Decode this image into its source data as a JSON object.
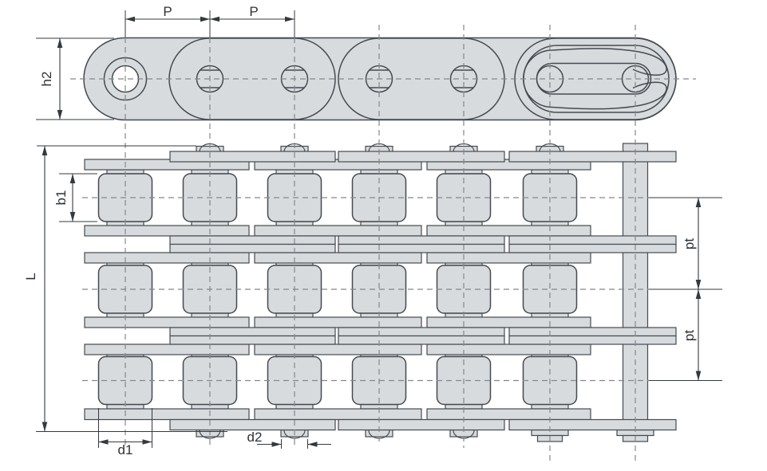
{
  "labels": {
    "pitch_1": "P",
    "pitch_2": "P",
    "plate_height": "h2",
    "overall_length": "L",
    "inner_width": "b1",
    "transverse_pitch_1": "pt",
    "transverse_pitch_2": "pt",
    "roller_diameter": "d1",
    "pin_diameter": "d2"
  },
  "colors": {
    "part_fill": "#d8dbdd",
    "part_outline": "#454b52",
    "centerline": "#83888e",
    "dimension_line": "#34393f",
    "label_text": "#2d3237"
  }
}
